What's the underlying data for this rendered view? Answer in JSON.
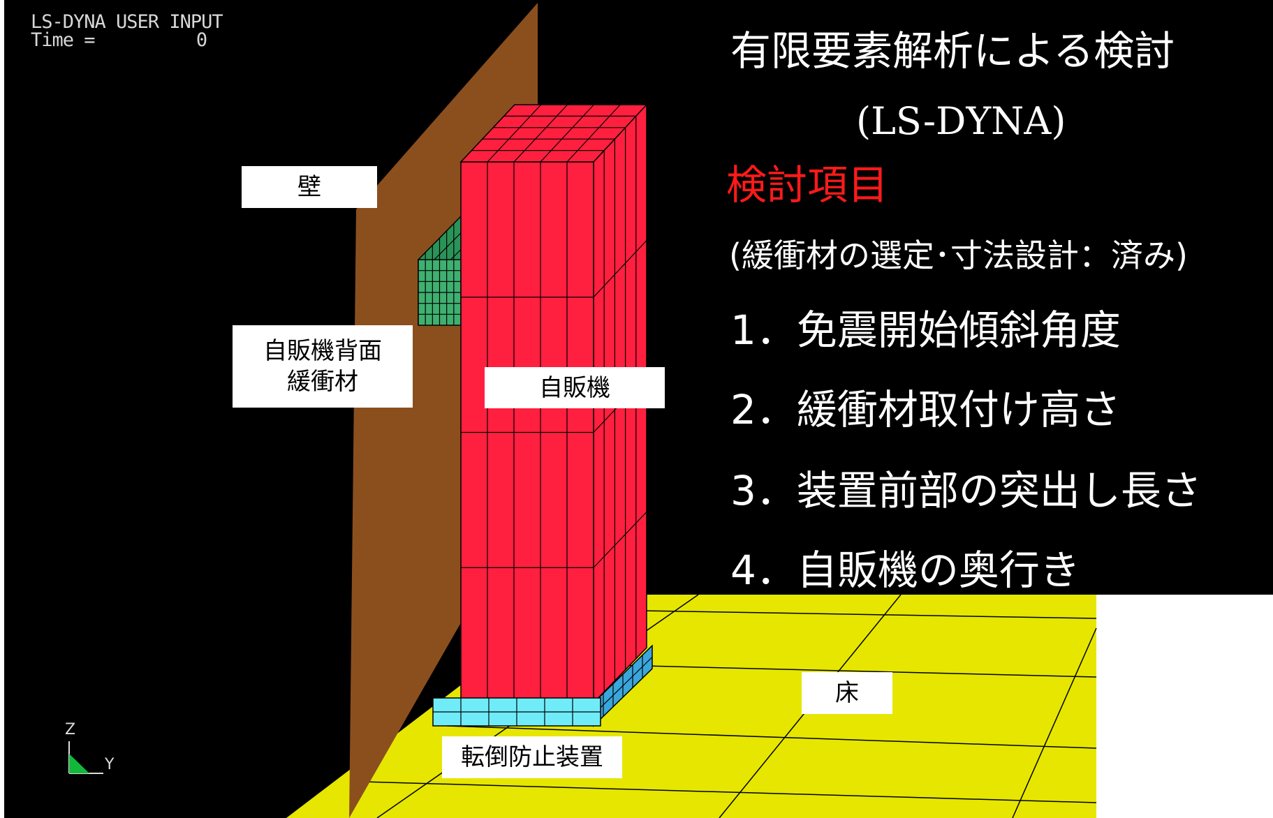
{
  "software": {
    "title": "LS-DYNA USER INPUT",
    "time_label": "Time =",
    "time_value": "0"
  },
  "labels": {
    "wall": "壁",
    "back_cushion_line1": "自販機背面",
    "back_cushion_line2": "緩衝材",
    "vending_machine": "自販機",
    "floor": "床",
    "anti_tip_device": "転倒防止装置"
  },
  "axis": {
    "z": "Z",
    "y": "Y"
  },
  "panel": {
    "heading": "有限要素解析による検討",
    "subheading": "(LS-DYNA)",
    "items_title": "検討項目",
    "note": "(緩衝材の選定･寸法設計：済み)",
    "items": [
      "1．免震開始傾斜角度",
      "2．緩衝材取付け高さ",
      "3．装置前部の突出し長さ",
      "4．自販機の奥行き"
    ]
  },
  "colors": {
    "background": "#000000",
    "wall": "#8b4f1e",
    "machine_front": "#ff1f3f",
    "machine_top": "#ff1f3f",
    "machine_side": "#ff1f3f",
    "cushion": "#3fb070",
    "floor": "#e6e600",
    "device_front": "#70ecf8",
    "device_side": "#3aa6dc",
    "triad_green": "#12b83a"
  }
}
